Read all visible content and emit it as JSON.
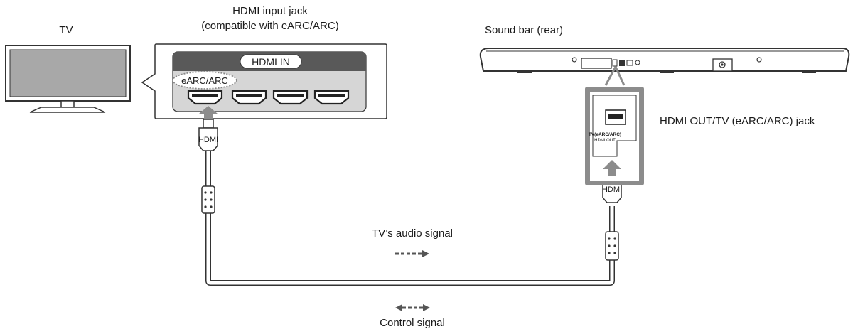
{
  "labels": {
    "tv": "TV",
    "hdmi_input_line1": "HDMI input jack",
    "hdmi_input_line2": "(compatible with eARC/ARC)",
    "soundbar": "Sound bar (rear)",
    "hdmi_out_jack": "HDMI OUT/TV (eARC/ARC) jack",
    "audio_signal": "TV’s audio signal",
    "control_signal": "Control signal"
  },
  "panel": {
    "hdmi_in": "HDMI IN",
    "earc": "eARC/ARC"
  },
  "cable": {
    "plug_left": "HDMI",
    "plug_right": "HDMI"
  },
  "soundbar_jack": {
    "line1": "TV(eARC/ARC)",
    "line2": "HDMI OUT"
  },
  "colors": {
    "outline": "#333333",
    "panel_header": "#595959",
    "panel_body": "#d6d6d6",
    "tv_screen": "#a8a8a8",
    "arrow_gray": "#8c8c8c",
    "cable_fill": "#ffffff"
  }
}
